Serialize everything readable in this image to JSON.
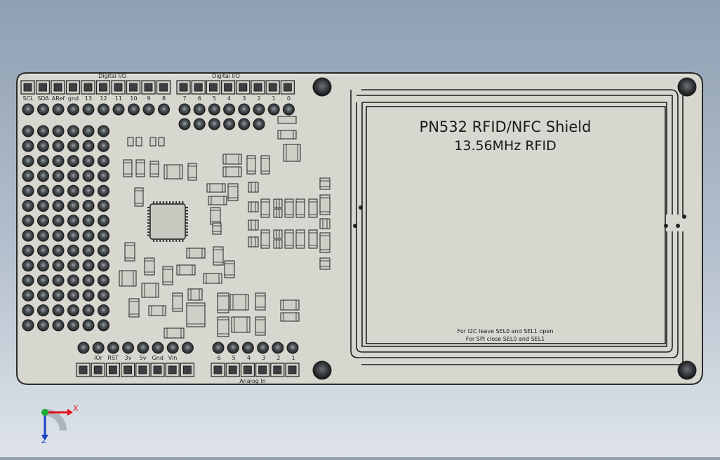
{
  "board": {
    "title_line1": "PN532 RFID/NFC Shield",
    "title_line2": "13.56MHz RFID",
    "note_line1": "For I2C leave SEL0 and SEL1 open",
    "note_line2": "For SPI close SEL0 and SEL1",
    "header_left_label": "Digital I/O",
    "header_right_label": "Digital I/O",
    "analog_label": "Analog In",
    "digital_left_pins": [
      "SCL",
      "SDA",
      "ARef",
      "gnd",
      "13",
      "12",
      "11",
      "10",
      "9",
      "8"
    ],
    "digital_right_pins": [
      "7",
      "6",
      "5",
      "4",
      "3",
      "2",
      "1",
      "0"
    ],
    "power_pins": [
      "IOr",
      "RST",
      "3v",
      "5v",
      "Gnd",
      "Vin"
    ],
    "analog_pins": [
      "6",
      "5",
      "4",
      "3",
      "2",
      "1"
    ]
  },
  "triad": {
    "x_label": "X",
    "z_label": "Z",
    "colors": {
      "x": "#e0141e",
      "y": "#1faa3a",
      "z": "#1a40c8"
    }
  },
  "colors": {
    "board_fill": "#d8d7cf",
    "board_edge": "#2a2a2a",
    "pad_dark": "#3a3d40"
  }
}
